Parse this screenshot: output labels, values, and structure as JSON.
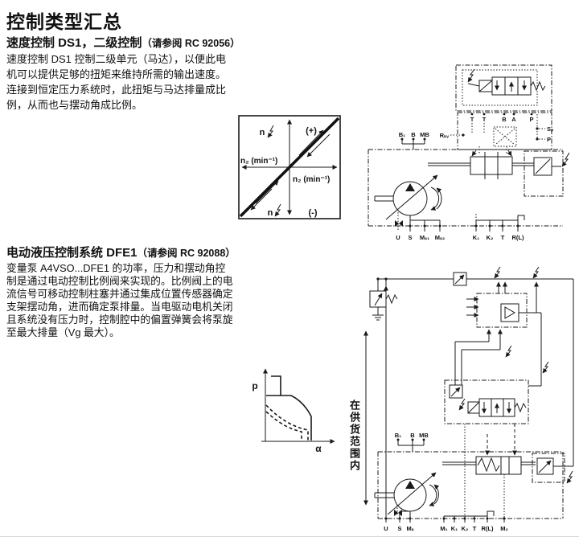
{
  "page": {
    "title": "控制类型汇总"
  },
  "section1": {
    "heading": "速度控制 DS1，二级控制",
    "ref": "（请参阅 RC 92056）",
    "body_lines": [
      "速度控制 DS1 控制二级单元（马达），以便此电",
      "机可以提供足够的扭矩来维持所需的输出速度。",
      "连接到恒定压力系统时，此扭矩与马达排量成比",
      "例，从而也与摆动角成比例。"
    ]
  },
  "section2": {
    "heading": "电动液压控制系统 DFE1",
    "ref": "（请参阅 RC 92088）",
    "body_lines": [
      "变量泵 A4VSO...DFE1 的功率，压力和摆动角控",
      "制是通过电动控制比例阀来实现的。比例阀上的电",
      "流信号可移动控制柱塞并通过集成位置传感器确定",
      "支架摆动角，进而确定泵排量。当电驱动电机关闭",
      "且系统没有压力时，控制腔中的偏置弹簧会将泵旋",
      "至最大排量（Vg 最大）。"
    ]
  },
  "chart_data": [
    {
      "type": "line",
      "title": "speed-signal four-quadrant diagram",
      "labels": {
        "n_top": "n",
        "plus": "(+)",
        "n2_left": "n₂ (min⁻¹)",
        "n2_right": "n₂ (min⁻¹)",
        "n_bottom": "n",
        "minus": "(-)"
      },
      "description": "thick diagonal from lower-left to upper-right through origin; paired thin arrows parallel to diagonal in (+) and (-) quadrants; electrical signal zigzag arrows beside both n labels"
    },
    {
      "type": "line",
      "title": "p vs α limit curves",
      "xlabel": "α",
      "ylabel": "p",
      "description": "solid pressure/power-limit curve with top step and vertical cut-off at max swivel angle; two dashed reduced-setting hyperbola curves below"
    }
  ],
  "circuit1": {
    "name": "DS1 secondary control hydraulic schematic",
    "ports_top": [
      "T",
      "T",
      "B",
      "A",
      "P"
    ],
    "label_rkv": "Rₖᵥ",
    "label_sp": "Sₚ",
    "label_p": "P",
    "ports_left": [
      "B₁",
      "B",
      "MB"
    ],
    "ports_bottom1": [
      "U",
      "S",
      "Mₛ₁",
      "Mₛ₂"
    ],
    "ports_bottom2": [
      "K₁",
      "K₂",
      "T",
      "R(L)"
    ]
  },
  "circuit2": {
    "name": "DFE1 electro-hydraulic control schematic",
    "ports_left": [
      "B₁",
      "B",
      "MB"
    ],
    "ports_bottom1": [
      "U",
      "S",
      "Mₛ"
    ],
    "ports_bottom2": [
      "M₁",
      "K₁",
      "K₂",
      "T",
      "R(L)"
    ],
    "label_m2": "M₂",
    "side_note": "在供货范围内"
  }
}
